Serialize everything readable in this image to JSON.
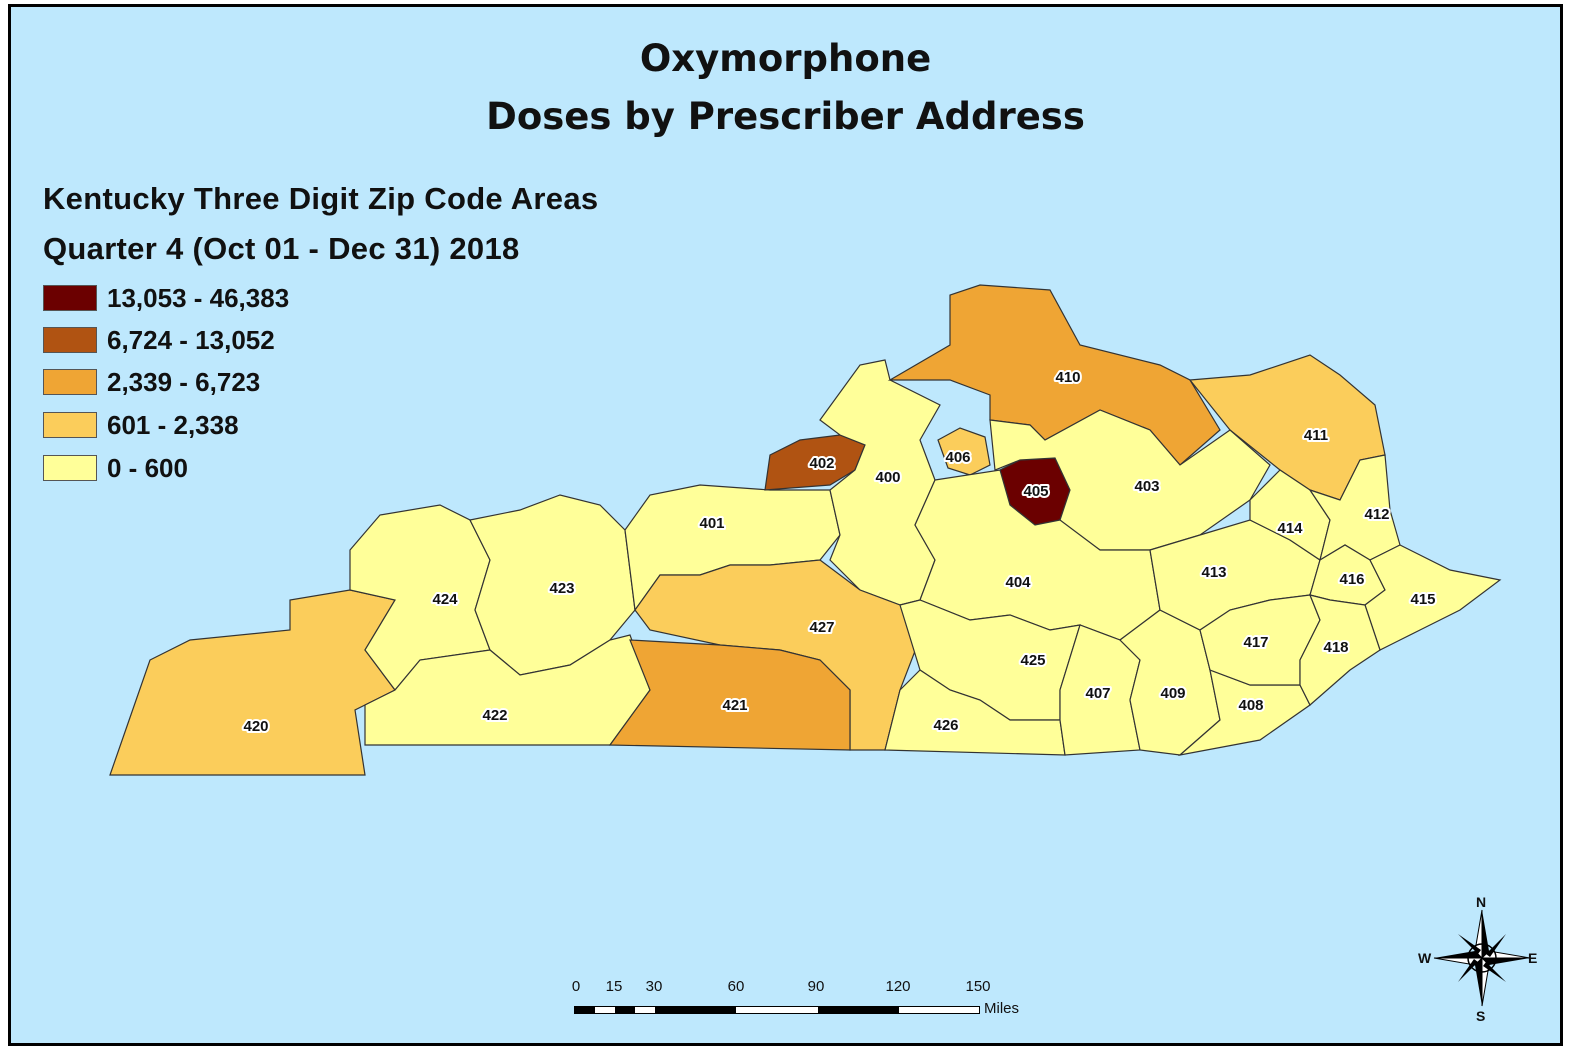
{
  "title_line1": "Oxymorphone",
  "title_line2": "Doses by Prescriber Address",
  "subtitle_line1": "Kentucky Three Digit Zip Code Areas",
  "subtitle_line2": "Quarter 4 (Oct 01 - Dec 31) 2018",
  "legend": [
    {
      "label": "13,053 - 46,383",
      "color": "#6b0000"
    },
    {
      "label": "6,724 - 13,052",
      "color": "#b05312"
    },
    {
      "label": "2,339 - 6,723",
      "color": "#efa534"
    },
    {
      "label": "601 - 2,338",
      "color": "#fbcd5b"
    },
    {
      "label": "0 - 600",
      "color": "#ffff99"
    }
  ],
  "zip_areas": [
    {
      "code": "400",
      "class": "0 - 600"
    },
    {
      "code": "401",
      "class": "0 - 600"
    },
    {
      "code": "402",
      "class": "6,724 - 13,052"
    },
    {
      "code": "403",
      "class": "0 - 600"
    },
    {
      "code": "404",
      "class": "0 - 600"
    },
    {
      "code": "405",
      "class": "13,053 - 46,383"
    },
    {
      "code": "406",
      "class": "601 - 2,338"
    },
    {
      "code": "407",
      "class": "0 - 600"
    },
    {
      "code": "408",
      "class": "0 - 600"
    },
    {
      "code": "409",
      "class": "0 - 600"
    },
    {
      "code": "410",
      "class": "2,339 - 6,723"
    },
    {
      "code": "411",
      "class": "601 - 2,338"
    },
    {
      "code": "412",
      "class": "0 - 600"
    },
    {
      "code": "413",
      "class": "0 - 600"
    },
    {
      "code": "414",
      "class": "0 - 600"
    },
    {
      "code": "415",
      "class": "0 - 600"
    },
    {
      "code": "416",
      "class": "0 - 600"
    },
    {
      "code": "417",
      "class": "0 - 600"
    },
    {
      "code": "418",
      "class": "0 - 600"
    },
    {
      "code": "420",
      "class": "601 - 2,338"
    },
    {
      "code": "421",
      "class": "2,339 - 6,723"
    },
    {
      "code": "422",
      "class": "0 - 600"
    },
    {
      "code": "423",
      "class": "0 - 600"
    },
    {
      "code": "424",
      "class": "0 - 600"
    },
    {
      "code": "425",
      "class": "0 - 600"
    },
    {
      "code": "426",
      "class": "0 - 600"
    },
    {
      "code": "427",
      "class": "601 - 2,338"
    }
  ],
  "scale_bar": {
    "ticks": [
      "0",
      "15",
      "30",
      "60",
      "90",
      "120",
      "150"
    ],
    "units": "Miles"
  },
  "compass": {
    "n": "N",
    "s": "S",
    "e": "E",
    "w": "W"
  },
  "colors": {
    "background": "#bee8fd",
    "border": "#000000"
  }
}
